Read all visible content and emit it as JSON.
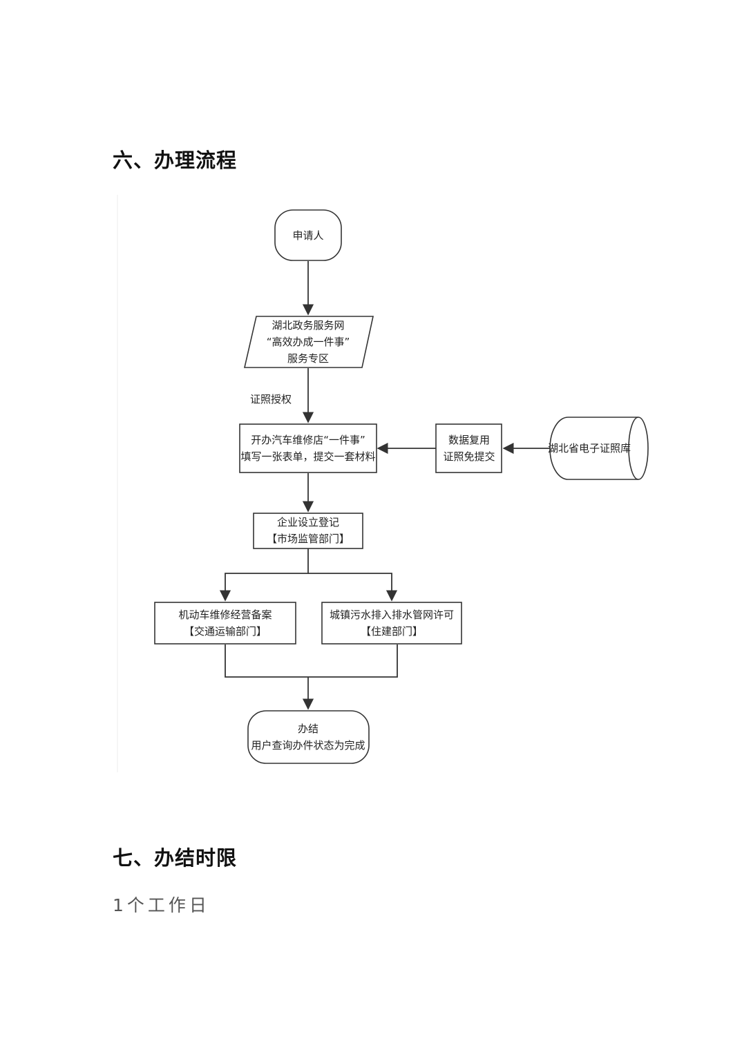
{
  "section6": {
    "heading": "六、办理流程"
  },
  "flowchart": {
    "nodes": {
      "applicant": {
        "text": [
          "申请人"
        ]
      },
      "portal": {
        "text": [
          "湖北政务服务网",
          "“高效办成一件事”",
          "服务专区"
        ]
      },
      "form": {
        "text": [
          "开办汽车维修店“一件事”",
          "填写一张表单，提交一套材料"
        ]
      },
      "datareuse": {
        "text": [
          "数据复用",
          "证照免提交"
        ]
      },
      "certdb": {
        "text": [
          "湖北省电子证照库"
        ]
      },
      "registration": {
        "text": [
          "企业设立登记",
          "【市场监管部门】"
        ]
      },
      "vehicle": {
        "text": [
          "机动车维修经营备案",
          "【交通运输部门】"
        ]
      },
      "sewage": {
        "text": [
          "城镇污水排入排水管网许可",
          "【住建部门】"
        ]
      },
      "done": {
        "text": [
          "办结",
          "用户查询办件状态为完成"
        ]
      }
    },
    "edge_labels": {
      "cert_auth": "证照授权"
    }
  },
  "section7": {
    "heading": "七、办结时限",
    "content": "1个工作日"
  }
}
